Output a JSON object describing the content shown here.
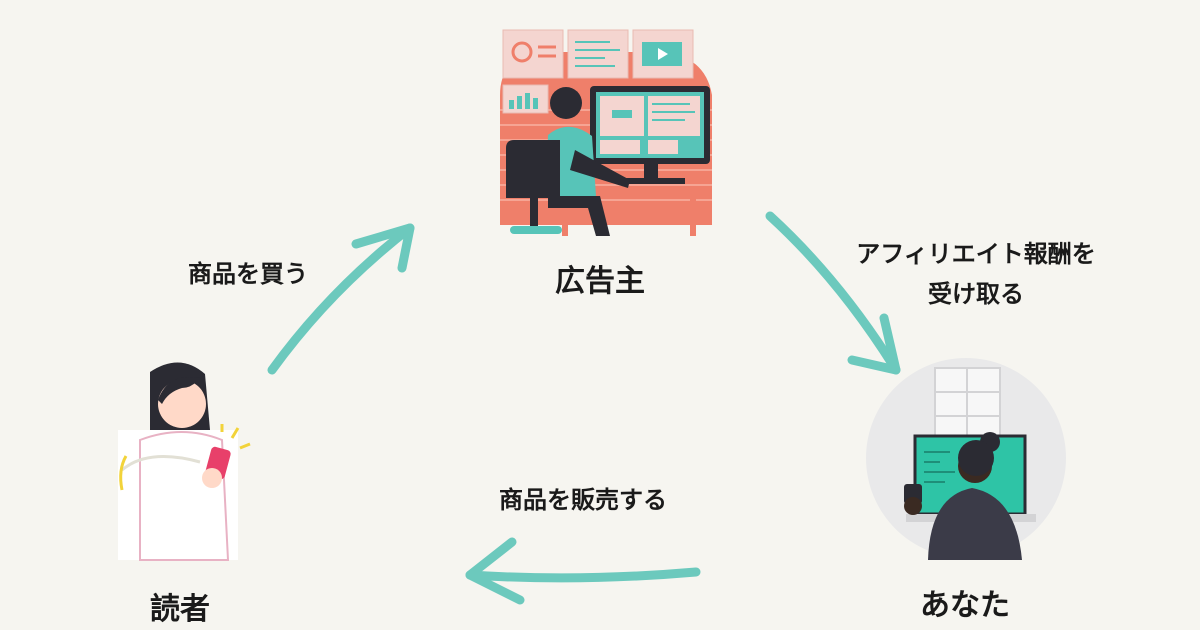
{
  "nodes": {
    "advertiser": {
      "label": "広告主",
      "illustration": "person-at-desktop-computer"
    },
    "you": {
      "label": "あなた",
      "illustration": "person-at-laptop-with-coffee"
    },
    "reader": {
      "label": "読者",
      "illustration": "person-using-smartphone"
    }
  },
  "edges": {
    "reader_to_advertiser": {
      "label": "商品を買う"
    },
    "advertiser_to_you": {
      "label_line1": "アフィリエイト報酬を",
      "label_line2": "受け取る"
    },
    "you_to_reader": {
      "label": "商品を販売する"
    }
  },
  "colors": {
    "background": "#f6f5f0",
    "arrow": "#6cc9bd",
    "accent_coral": "#ef7f6a",
    "accent_teal": "#57c4b8",
    "screen_green": "#2ec4a6",
    "dark": "#2b2b33"
  }
}
